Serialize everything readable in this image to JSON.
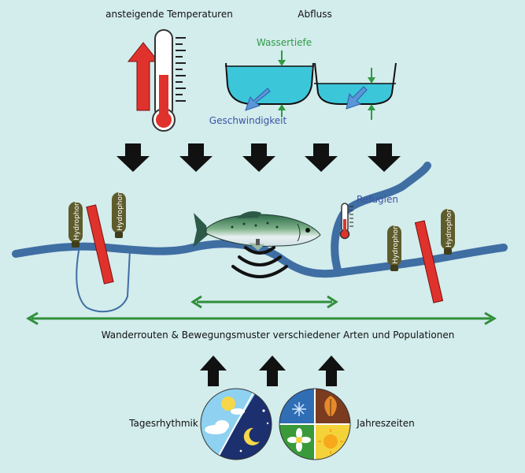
{
  "labels": {
    "temperature": "ansteigende Temperaturen",
    "discharge": "Abfluss",
    "water_depth": "Wassertiefe",
    "velocity": "Geschwindigkeit",
    "refugia": "Refugien",
    "hydrophone": "Hydrophon",
    "migration": "Wanderrouten & Bewegungsmuster verschiedener Arten und Populationen",
    "daily_rhythm": "Tagesrhythmik",
    "seasons": "Jahreszeiten"
  },
  "colors": {
    "background": "#d3ecec",
    "river": "#3f6ea3",
    "gauge_bar": "#e0322c",
    "hydrophone": "#5e5c2c",
    "arrow_green": "#2f8f3a",
    "water": "#3cc6da",
    "label_blue": "#3a55a5",
    "label_green": "#2f9a45",
    "black_arrow": "#111111"
  },
  "icons": [
    "thermometer-icon",
    "up-arrow-icon",
    "down-arrow-icon",
    "fish-icon",
    "sound-wave-icon",
    "hydrophone-icon",
    "day-night-icon",
    "seasons-icon"
  ]
}
